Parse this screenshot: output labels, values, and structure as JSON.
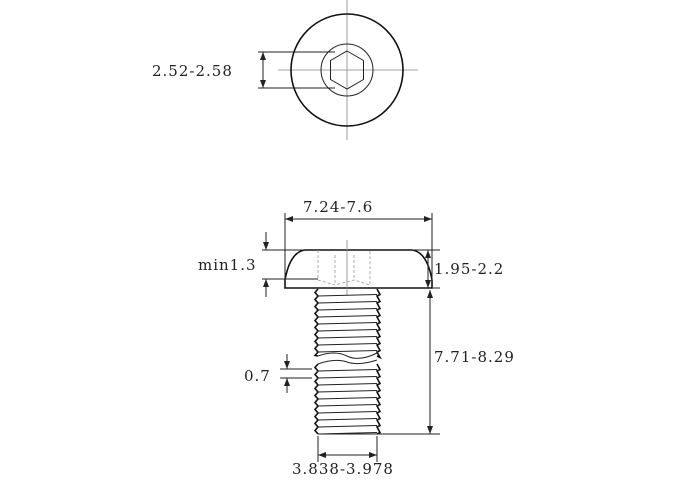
{
  "drawing": {
    "top_view": {
      "hex_width_label": "2.52-2.58"
    },
    "side_view": {
      "head_diameter_label": "7.24-7.6",
      "hex_depth_label": "min1.3",
      "head_height_label": "1.95-2.2",
      "length_label": "7.71-8.29",
      "thread_pitch_label": "0.7",
      "thread_diameter_label": "3.838-3.978"
    }
  }
}
